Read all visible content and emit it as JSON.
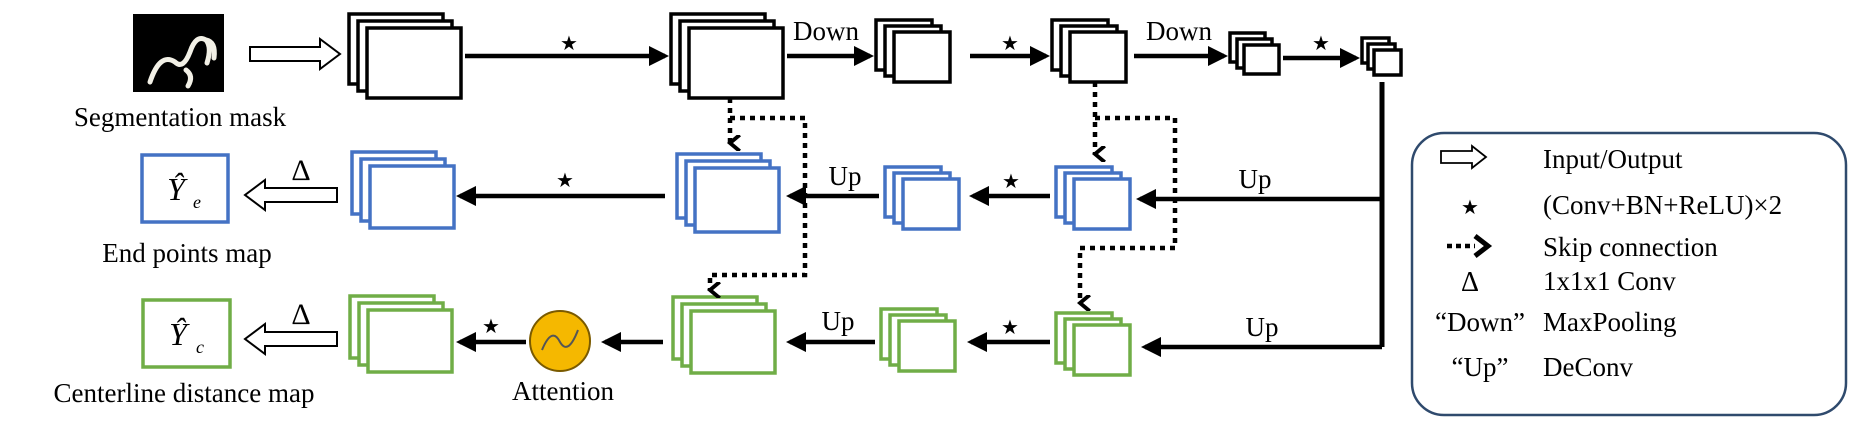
{
  "labels": {
    "input": "Segmentation mask",
    "endpoints_output": "End points map",
    "centerline_output": "Centerline distance map",
    "attention": "Attention",
    "down": "Down",
    "up": "Up",
    "conv_symbol": "★",
    "conv1x1_symbol": "Δ",
    "ye_hat": "Ŷ",
    "ye_sub": "e",
    "yc_hat": "Ŷ",
    "yc_sub": "c"
  },
  "legend": {
    "items": [
      {
        "key": "⇨",
        "text": "Input/Output"
      },
      {
        "key": "★",
        "text": "(Conv+BN+ReLU)×2"
      },
      {
        "key": "",
        "text": "Skip connection"
      },
      {
        "key": "Δ",
        "text": "1x1x1 Conv"
      },
      {
        "key": "“Down”",
        "text": "MaxPooling"
      },
      {
        "key": "“Up”",
        "text": "DeConv"
      }
    ]
  },
  "colors": {
    "black": "#000000",
    "blue_branch": "#4472C4",
    "green_branch": "#70AD47",
    "attention_fill": "#F5B800",
    "legend_border": "#2F4A6D"
  }
}
